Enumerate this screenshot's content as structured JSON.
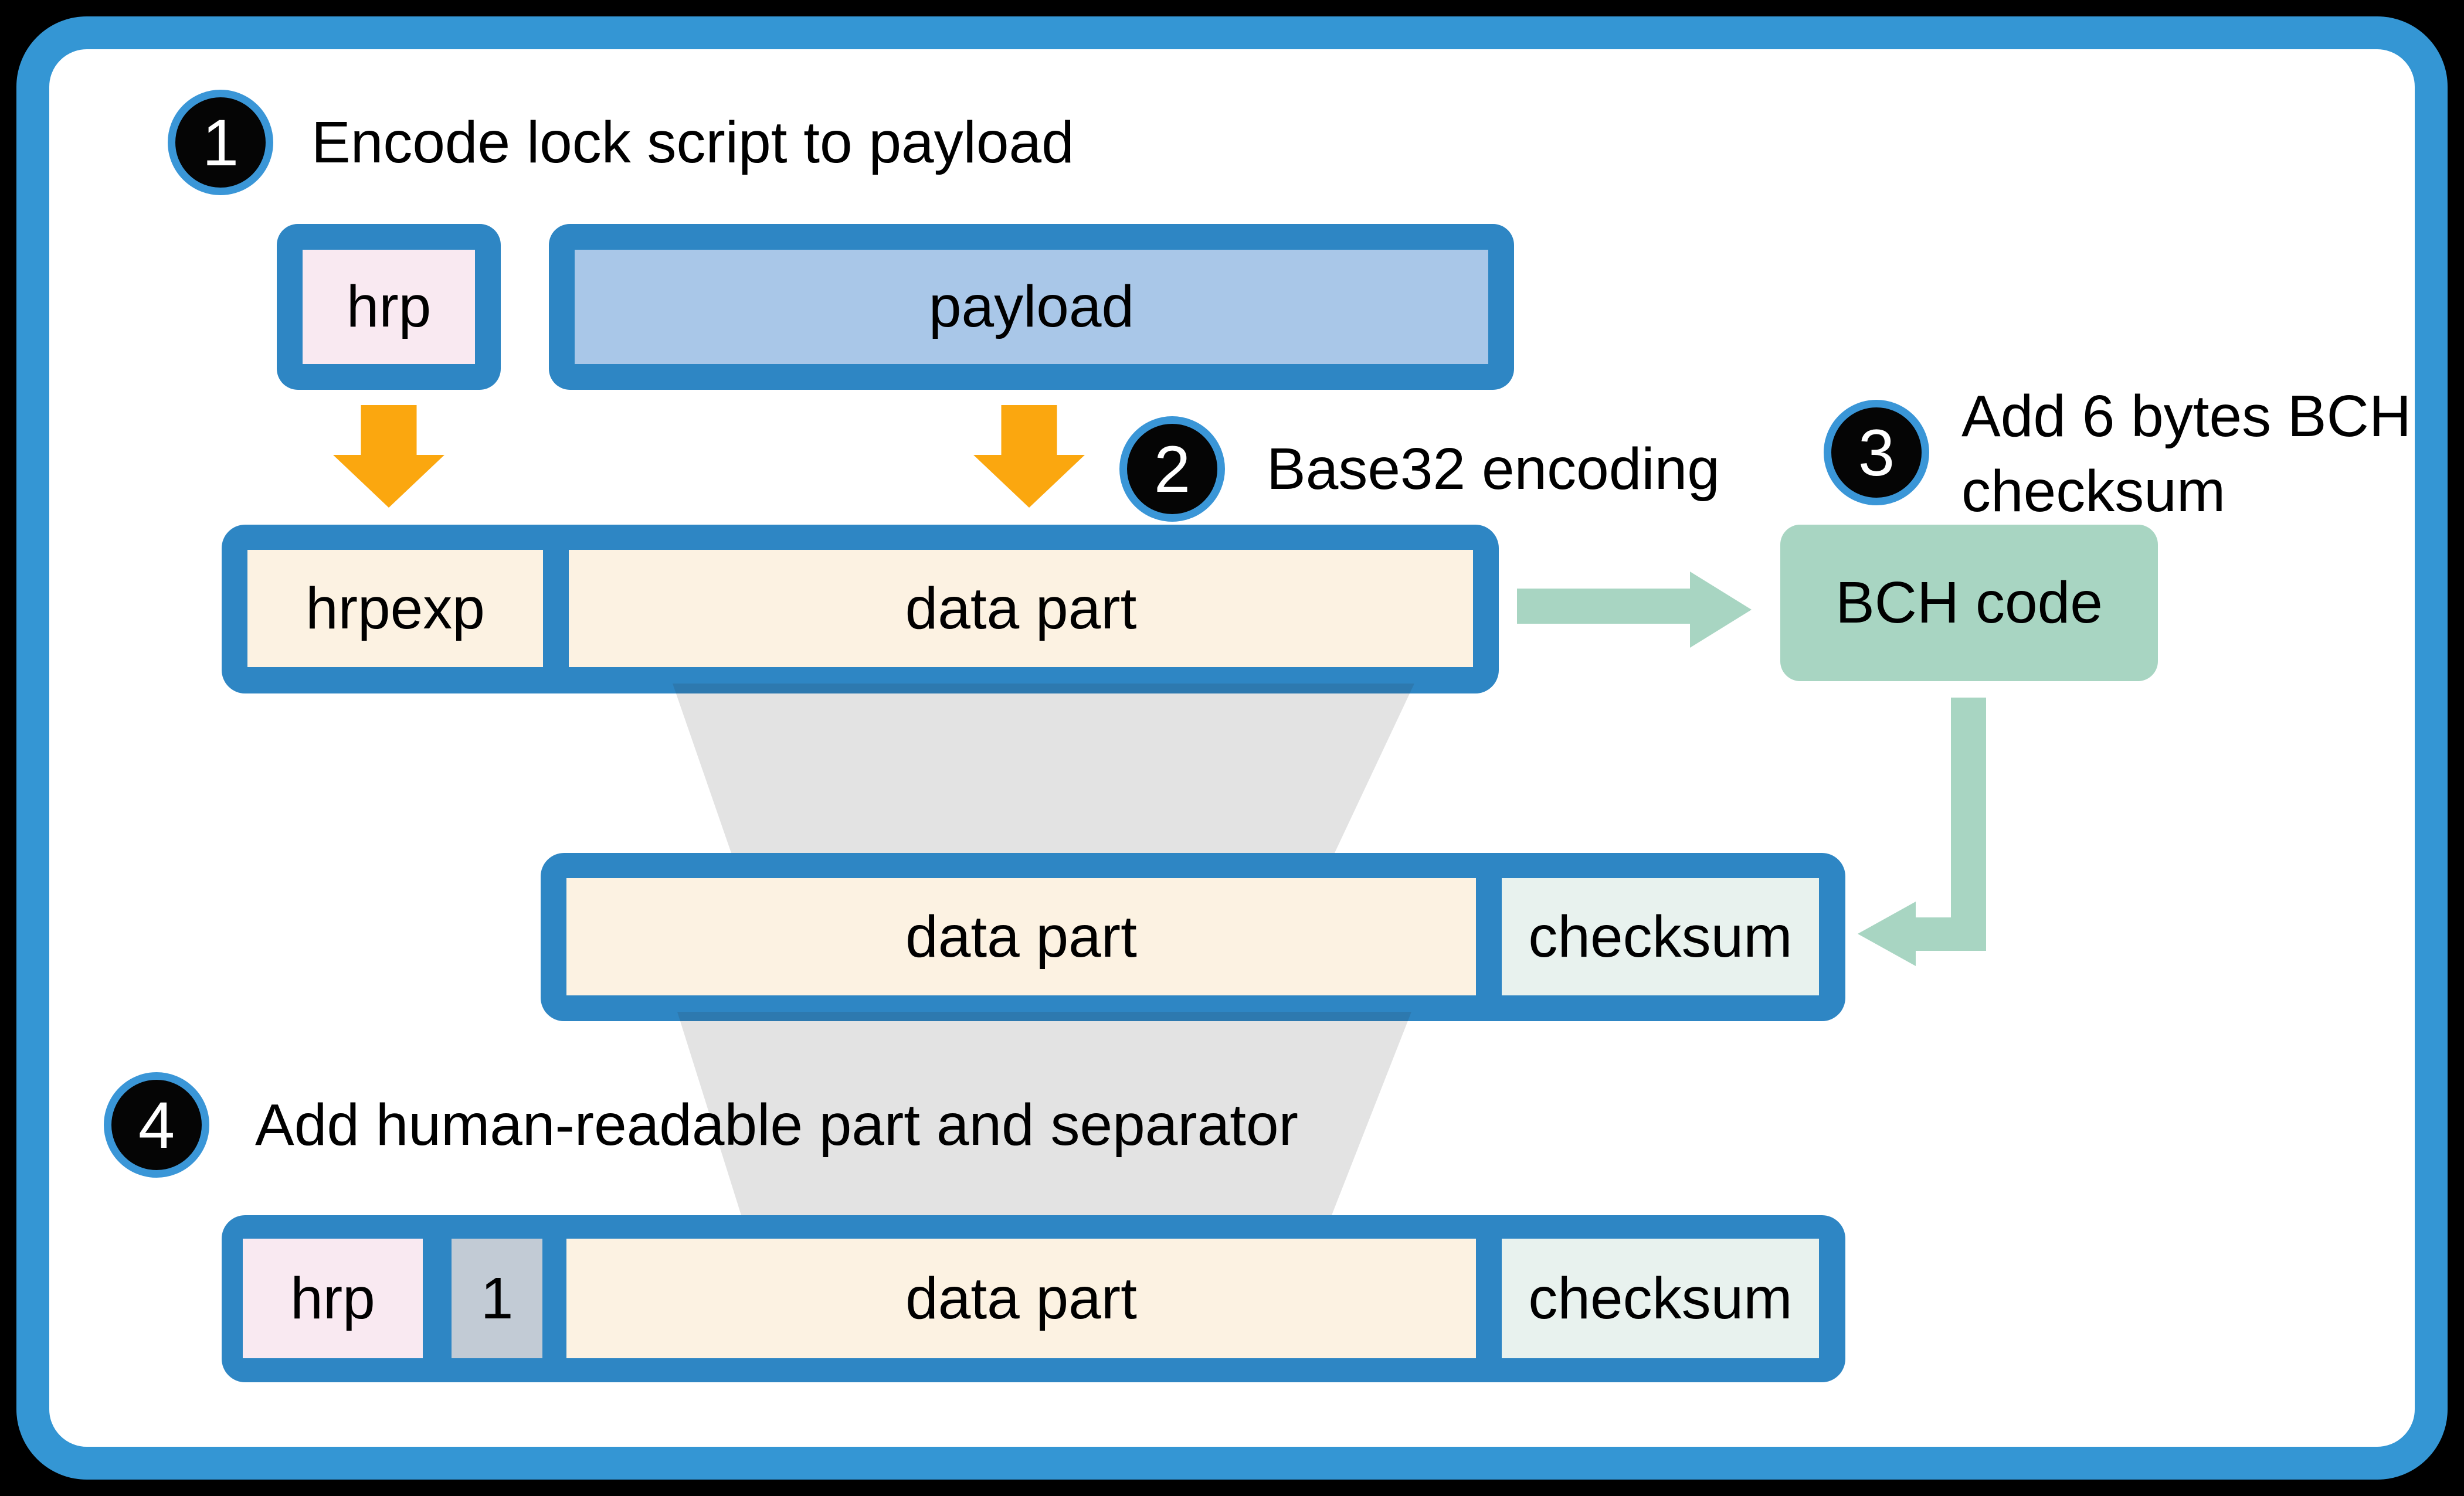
{
  "steps": [
    {
      "number": "1",
      "label": "Encode lock script to payload"
    },
    {
      "number": "2",
      "label": "Base32 encoding"
    },
    {
      "number": "3",
      "label_line1": "Add 6 bytes BCH",
      "label_line2": "checksum"
    },
    {
      "number": "4",
      "label": "Add human-readable part and separator"
    }
  ],
  "row1": {
    "hrp": "hrp",
    "payload": "payload"
  },
  "row2": {
    "hrpexp": "hrpexp",
    "data_part": "data part"
  },
  "bch": {
    "label": "BCH code"
  },
  "row3": {
    "data_part": "data part",
    "checksum": "checksum"
  },
  "row4": {
    "hrp": "hrp",
    "separator": "1",
    "data_part": "data part",
    "checksum": "checksum"
  },
  "colors": {
    "background": "#000000",
    "frame_blue": "#3496d4",
    "box_blue": "#2e86c4",
    "circle_ring_blue": "#3a96d7",
    "circle_fill": "#050505",
    "hrp_pink": "#f9e9f1",
    "payload_steel_blue": "#a9c7e8",
    "data_cream": "#fcf2e2",
    "checksum_mint": "#e8f2ee",
    "separator_gray": "#c2cbd5",
    "bch_green": "#a8d5c2",
    "arrow_orange": "#fba70f",
    "funnel_gray": "rgba(40,40,40,0.13)"
  }
}
